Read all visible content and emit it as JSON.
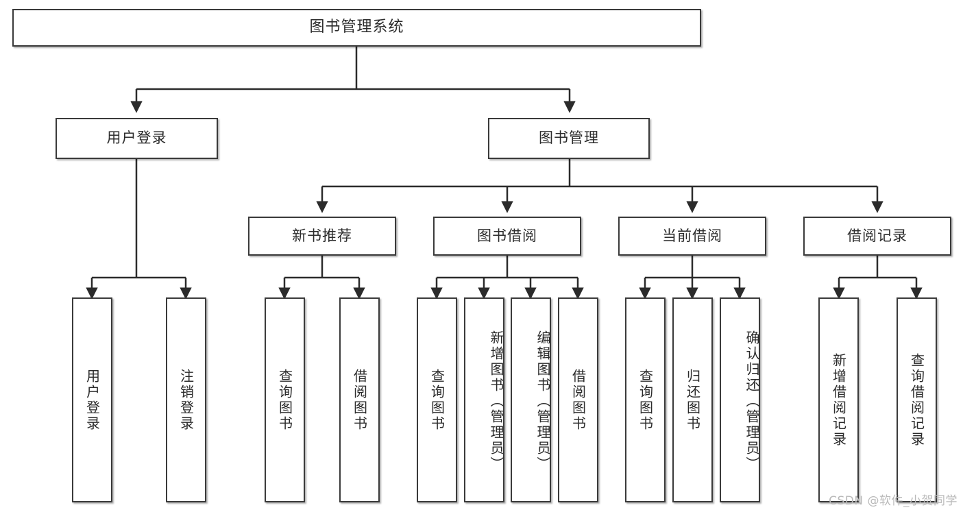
{
  "diagram": {
    "type": "tree-hierarchy",
    "title": "图书管理系统",
    "root": {
      "id": "root",
      "label": "图书管理系统",
      "orientation": "horizontal"
    },
    "level2": [
      {
        "id": "user-login",
        "label": "用户登录",
        "orientation": "horizontal"
      },
      {
        "id": "book-manage",
        "label": "图书管理",
        "orientation": "horizontal"
      }
    ],
    "level3": [
      {
        "id": "new-book-recommend",
        "label": "新书推荐",
        "orientation": "horizontal",
        "parent": "book-manage"
      },
      {
        "id": "book-borrow",
        "label": "图书借阅",
        "orientation": "horizontal",
        "parent": "book-manage"
      },
      {
        "id": "current-borrow",
        "label": "当前借阅",
        "orientation": "horizontal",
        "parent": "book-manage"
      },
      {
        "id": "borrow-record",
        "label": "借阅记录",
        "orientation": "horizontal",
        "parent": "book-manage"
      }
    ],
    "leaves": [
      {
        "id": "leaf-user-login",
        "label": "用户登录",
        "parent": "user-login",
        "orientation": "vertical"
      },
      {
        "id": "leaf-logout-login",
        "label": "注销登录",
        "parent": "user-login",
        "orientation": "vertical"
      },
      {
        "id": "leaf-query-book-1",
        "label": "查询图书",
        "parent": "new-book-recommend",
        "orientation": "vertical"
      },
      {
        "id": "leaf-borrow-book-1",
        "label": "借阅图书",
        "parent": "new-book-recommend",
        "orientation": "vertical"
      },
      {
        "id": "leaf-query-book-2",
        "label": "查询图书",
        "parent": "book-borrow",
        "orientation": "vertical"
      },
      {
        "id": "leaf-add-book",
        "label": "新增图书（管理员）",
        "parent": "book-borrow",
        "orientation": "vertical"
      },
      {
        "id": "leaf-edit-book",
        "label": "编辑图书（管理员）",
        "parent": "book-borrow",
        "orientation": "vertical"
      },
      {
        "id": "leaf-borrow-book-2",
        "label": "借阅图书",
        "parent": "book-borrow",
        "orientation": "vertical"
      },
      {
        "id": "leaf-query-book-3",
        "label": "查询图书",
        "parent": "current-borrow",
        "orientation": "vertical"
      },
      {
        "id": "leaf-return-book",
        "label": "归还图书",
        "parent": "current-borrow",
        "orientation": "vertical"
      },
      {
        "id": "leaf-confirm-return",
        "label": "确认归还（管理员）",
        "parent": "current-borrow",
        "orientation": "vertical"
      },
      {
        "id": "leaf-add-record",
        "label": "新增借阅记录",
        "parent": "borrow-record",
        "orientation": "vertical"
      },
      {
        "id": "leaf-query-record",
        "label": "查询借阅记录",
        "parent": "borrow-record",
        "orientation": "vertical"
      }
    ],
    "watermark": "CSDN @软件_小贺同学",
    "colors": {
      "box_border": "#3a3a3a",
      "box_fill": "#ffffff",
      "connector": "#2b2b2b",
      "text": "#2b2b2b",
      "watermark": "#b9b9b9",
      "background": "#ffffff"
    }
  }
}
